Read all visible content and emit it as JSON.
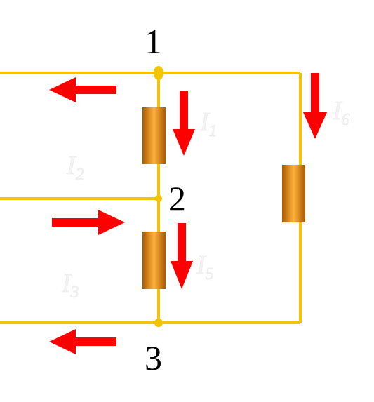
{
  "nodes": {
    "node_1": "1",
    "node_2": "2",
    "node_3": "3"
  },
  "currents": {
    "i1": {
      "symbol": "I",
      "sub": "1"
    },
    "i2": {
      "symbol": "I",
      "sub": "2"
    },
    "i3": {
      "symbol": "I",
      "sub": "3"
    },
    "i5": {
      "symbol": "I",
      "sub": "5"
    },
    "i6": {
      "symbol": "I",
      "sub": "6"
    }
  },
  "colors": {
    "wire": "#f5c400",
    "arrow": "#ff0000",
    "resistor_dark": "#a85a00",
    "resistor_light": "#ffb13b",
    "node_label": "#000000",
    "current_label": "#f4f4f4"
  }
}
